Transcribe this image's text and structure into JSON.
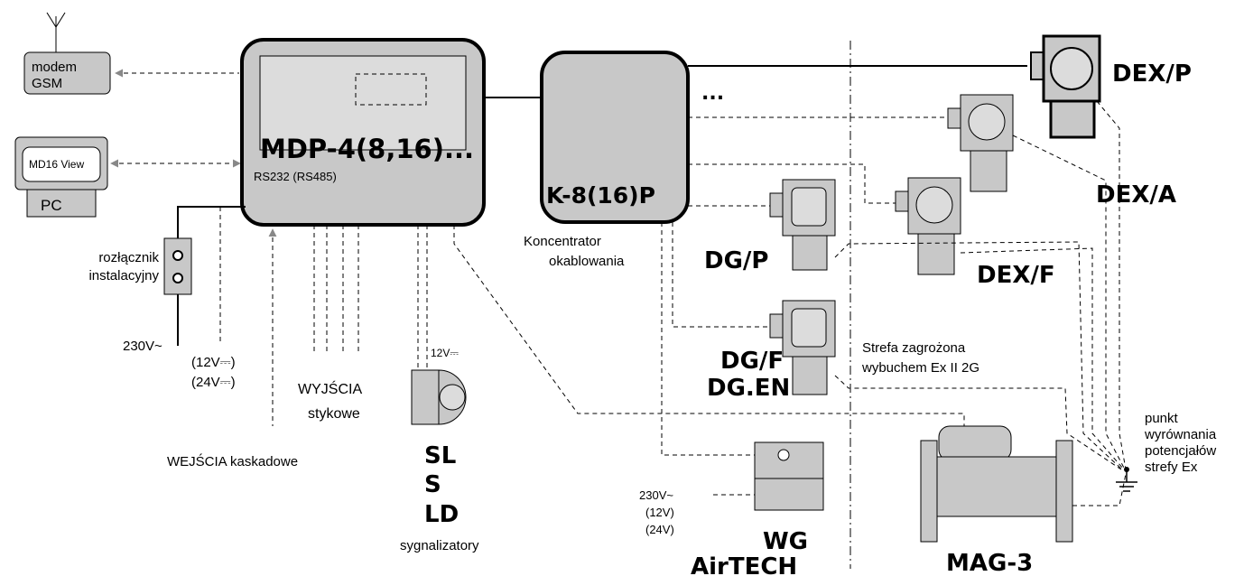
{
  "modem": {
    "line1": "modem",
    "line2": "GSM"
  },
  "pc": {
    "screen": "MD16 View",
    "label": "PC"
  },
  "controller": {
    "name": "MDP-4(8,16)...",
    "port": "RS232 (RS485)"
  },
  "concentrator": {
    "name": "K-8(16)P",
    "desc1": "Koncentrator",
    "desc2": "okablowania",
    "more": "..."
  },
  "switch": {
    "line1": "rozłącznik",
    "line2": "instalacyjny"
  },
  "power": {
    "main": "230V~",
    "alt1": "(12V⎓)",
    "alt2": "(24V⎓)"
  },
  "outputs": {
    "line1": "WYJŚCIA",
    "line2": "stykowe"
  },
  "inputs": {
    "label": "WEJŚCIA kaskadowe"
  },
  "signal": {
    "voltage": "12V⎓",
    "models": [
      "SL",
      "S",
      "LD"
    ],
    "label": "sygnalizatory"
  },
  "detectors": {
    "dex_p": "DEX/P",
    "dex_a": "DEX/A",
    "dex_f": "DEX/F",
    "dg_p": "DG/P",
    "dg_f": "DG/F",
    "dg_en": "DG.EN"
  },
  "valve": {
    "v1": "230V~",
    "v2": "(12V)",
    "v3": "(24V)",
    "name1": "WG",
    "name2": "AirTECH"
  },
  "mag": {
    "name": "MAG-3"
  },
  "zone": {
    "line1": "Strefa zagrożona",
    "line2": "wybuchem Ex II 2G"
  },
  "ground": {
    "line1": "punkt",
    "line2": "wyrównania",
    "line3": "potencjałów",
    "line4": "strefy Ex"
  },
  "colors": {
    "device_fill": "#c8c8c8",
    "screen_fill": "#dcdcdc",
    "line": "#000000"
  }
}
